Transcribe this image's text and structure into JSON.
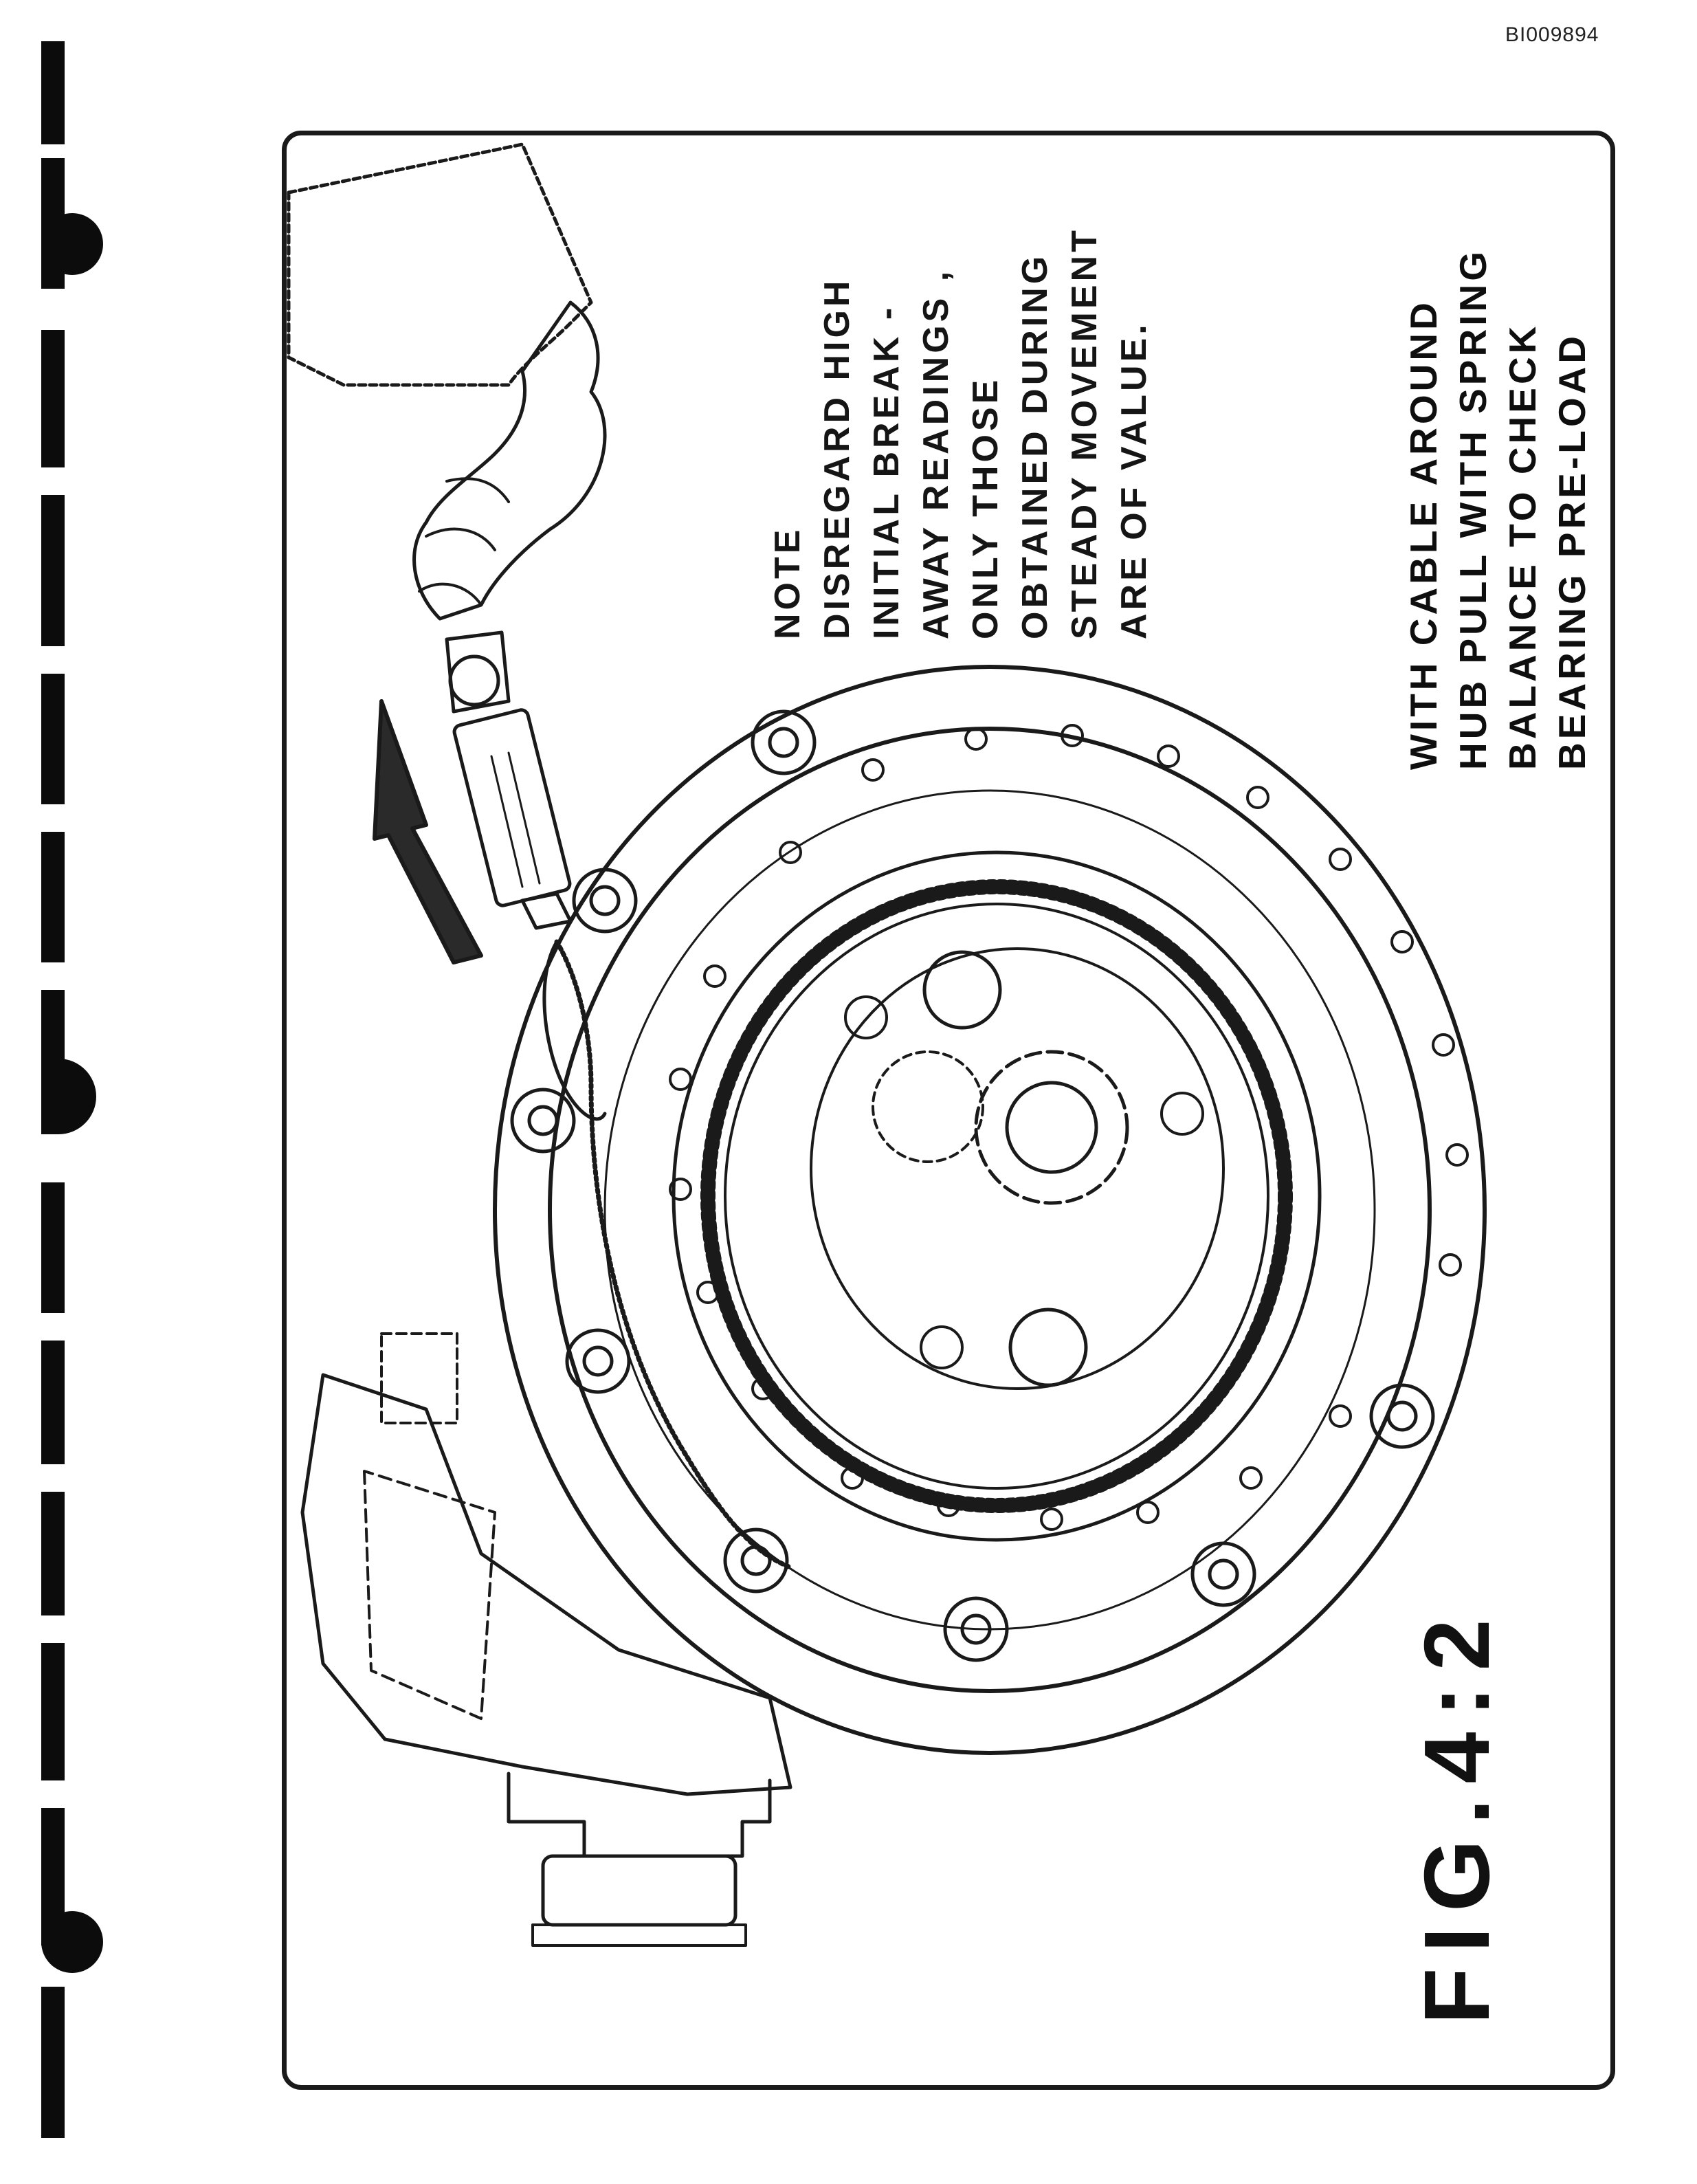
{
  "document": {
    "doc_id": "BI009894"
  },
  "figure": {
    "note_lines": [
      "NOTE",
      "DISREGARD HIGH",
      "INITIAL BREAK -",
      "AWAY READINGS ,",
      "ONLY THOSE",
      "OBTAINED DURING",
      "STEADY MOVEMENT",
      "ARE OF VALUE."
    ],
    "caption_lines": [
      "WITH CABLE AROUND",
      "HUB PULL WITH SPRING",
      "BALANCE TO CHECK",
      "BEARING PRE-LOAD"
    ],
    "label": "FIG.4:2"
  },
  "colors": {
    "ink": "#111111",
    "paper": "#ffffff"
  }
}
